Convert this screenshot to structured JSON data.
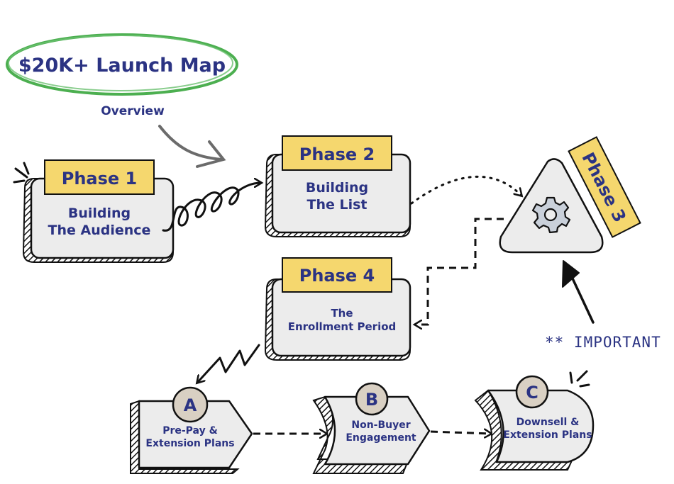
{
  "title": "$20K+ Launch Map",
  "subtitle": "Overview",
  "colors": {
    "text": "#2b3383",
    "tag": "#f5d76e",
    "box": "#ececec",
    "ring": "#4caf50",
    "badge": "#d9d0c3",
    "ink": "#111111",
    "gear": "#c9d0da"
  },
  "phases": [
    {
      "tag": "Phase 1",
      "line1": "Building",
      "line2": "The Audience"
    },
    {
      "tag": "Phase 2",
      "line1": "Building",
      "line2": "The List"
    },
    {
      "tag": "Phase 3",
      "icon": "gear-icon"
    },
    {
      "tag": "Phase 4",
      "line1": "The",
      "line2": "Enrollment Period"
    }
  ],
  "steps": [
    {
      "letter": "A",
      "line1": "Pre-Pay &",
      "line2": "Extension Plans"
    },
    {
      "letter": "B",
      "line1": "Non-Buyer",
      "line2": "Engagement"
    },
    {
      "letter": "C",
      "line1": "Downsell &",
      "line2": "Extension Plans"
    }
  ],
  "note": "** IMPORTANT"
}
